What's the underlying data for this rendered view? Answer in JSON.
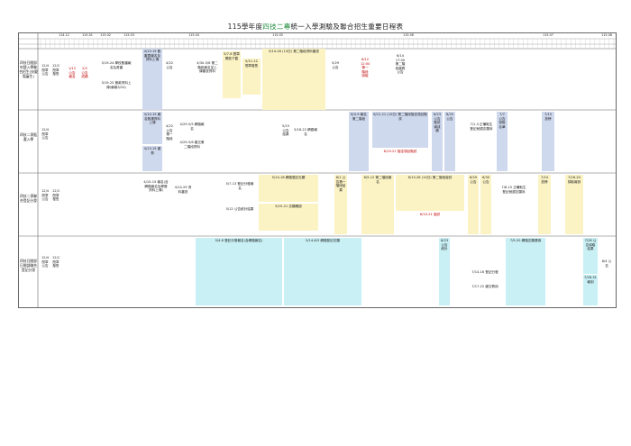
{
  "title_parts": [
    "115學年度",
    "四技二專",
    "統一入學測驗及聯合招生重要日程表"
  ],
  "months": [
    "114.12",
    "115.01",
    "115.02",
    "115.03",
    "115.04",
    "115.05",
    "115.06",
    "115.07",
    "115.08"
  ],
  "row_labels": [
    "四技日間部申請入學聯合招生(技優甄審生)",
    "四技二專甄選入學",
    "四技二專聯合登記分發",
    "四技日間部日間部聯合登記分發"
  ],
  "row1": {
    "c1": "12/4 簡章公告",
    "c2": "12/11 簡章發售",
    "c3": "1/12 公告報名",
    "c4": "2/2 公告成績",
    "c5": "3/19-24 學校甄審報名及書審",
    "c5b": "3/19-25 撥款資料上傳(最晚3/24)",
    "c6": "4/10-15 甄審暨報名及資料上傳",
    "c7": "4/22 公告",
    "c8": "4/30-5/6 第二階段報名並上傳審查資料",
    "c9": "5/7-8 簡章開放下載",
    "c10": "5/11-12 簡章發售",
    "c11": "5/14-26 (13日) 第二階段資料審查",
    "c12": "5/29 公告",
    "c13": "6/12 12:00 第一階段錄取",
    "c14": "6/14 17:00 第二階段繳費公告"
  },
  "row2": {
    "c1": "12/4 簡章公告",
    "c2": "4/10-15 報名甄選資料上傳",
    "c3": "4/13-15 繳費",
    "c4": "4/22 公告第一階段",
    "c5": "4/29-5/5 網路報名",
    "c6": "4/29-5/6 繳交第二階段資料",
    "c7": "5/15 公告結果",
    "c8": "5/18-22 網路報名",
    "c9": "6/4-9 報名第二階段",
    "c10": "6/12-21 (10日) 第二階段指定項目甄試",
    "c11": "6/19-21 指定項目甄試",
    "c12": "6/23 公告甄試總成績",
    "c13": "6/25 公告",
    "c14": "7/1-3 正備取生登記就讀志願序",
    "c15": "7/7 公告錄取名單",
    "c16": "7/15 放榜"
  },
  "row3": {
    "c1": "12/4 簡章公告",
    "c2": "12/11 簡章發售",
    "c3": "4/10-15 報名(含網路報名及學歷資料上傳)",
    "c4": "4/14-29 資料審查",
    "c5": "5/7-13 登記分發報名",
    "c6": "5/12 公告統計結果",
    "c7": "5/14-18 網路登記志願",
    "c8": "5/15-21 志願確認",
    "c9": "6/1 公告第一階段結果",
    "c10": "6/5-12 第二階段報名",
    "c11": "6/13-28 (14日) 第二階段複試",
    "c12": "6/19-21 複試",
    "c13": "6/29 公告",
    "c14": "6/30 公告",
    "c15": "7/8-10 正備取生登記就讀志願序",
    "c16": "7/14 放榜",
    "c17": "7/16-20 錄取報到"
  },
  "row4": {
    "c1": "12/4 簡章公告",
    "c2": "12/11 簡章發售",
    "c3": "5/4-8 登記分發報名(含網路報名)",
    "c4": "5/14-6/3 網路登記志願",
    "c5": "6/23 公告統計",
    "c6": "7/9-20 網路志願選填",
    "c7": "7/14-16 登記分發",
    "c8": "7/17-22 繳交費用",
    "c9": "7/28 公告錄取結果",
    "c10": "7/28-31 報到",
    "c11": "8/4 公告"
  },
  "colors": {
    "blue": "#cfd9ee",
    "yellow": "#fbf3c4",
    "cyan": "#c8f0f5",
    "title_green": "#1d8a3a",
    "red": "#c00000"
  }
}
